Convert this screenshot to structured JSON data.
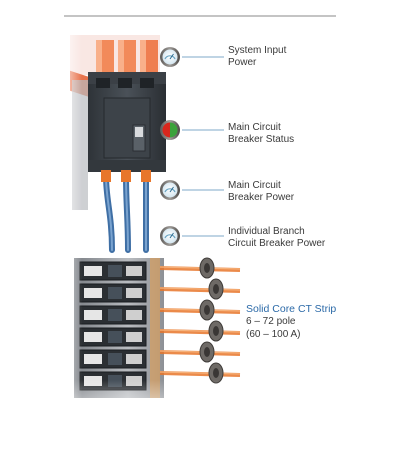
{
  "labels": {
    "system_input_power": "System Input\nPower",
    "main_breaker_status": "Main Circuit\nBreaker Status",
    "main_breaker_power": "Main Circuit\nBreaker Power",
    "branch_breaker_power": "Individual Branch\nCircuit Breaker Power"
  },
  "ct_strip": {
    "title": "Solid Core CT Strip",
    "poles": "6 – 72 pole",
    "range": "(60 – 100 A)"
  },
  "colors": {
    "label_text": "#3a3a3a",
    "ct_title": "#2c6aa8",
    "leader_line": "#7fa9c9",
    "status_red": "#d8261c",
    "status_green": "#3aa23a",
    "wire_blue": "#3f6fa5",
    "wire_orange": "#e8762b"
  },
  "icons": [
    "gauge-icon",
    "status-indicator-icon"
  ]
}
